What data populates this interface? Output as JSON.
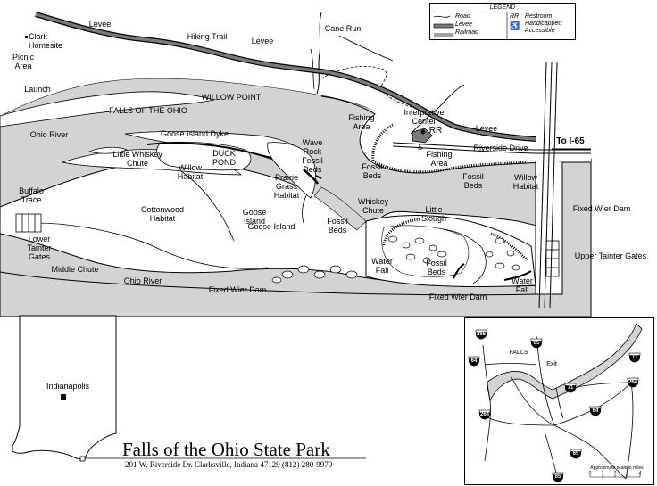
{
  "map": {
    "title": "Falls of the Ohio State Park",
    "address": "201 W. Riverside Dr.  Clarksville, Indiana  47129  (812) 280-9970",
    "labels": {
      "levee_top_left": "Levee",
      "clark_homesite": "Clark\nHomesite",
      "hiking_trail": "Hiking Trail",
      "levee_top_mid": "Levee",
      "cane_run": "Cane Run",
      "picnic_area": "Picnic\nArea",
      "launch": "Launch",
      "willow_point": "WILLOW POINT",
      "falls_of_the_ohio": "FALLS OF THE OHIO",
      "ohio_river_left": "Ohio River",
      "goose_island_dyke": "Goose Island Dyke",
      "little_whiskey_chute": "Little Whiskey\nChute",
      "duck_pond": "DUCK\nPOND",
      "willow_habitat_left": "Willow\nHabitat",
      "wave_rock_fossil_beds": "Wave\nRock\nFossil\nBeds",
      "prairie_grass_habitat": "Prairie\nGrass\nHabitat",
      "fishing_area_top": "Fishing\nArea",
      "interpretive_center": "Interpretive\nCenter",
      "rr": "RR",
      "levee_right": "Levee",
      "riverside_drive": "Riverside Drive",
      "to_i65": "To I-65",
      "fishing_area_mid": "Fishing\nArea",
      "fossil_beds_mid": "Fossil\nBeds",
      "fossil_beds_right": "Fossil\nBeds",
      "willow_habitat_right": "Willow\nHabitat",
      "buffalo_trace": "Buffalo\nTrace",
      "cottonwood_habitat": "Cottonwood\nHabitat",
      "goose_island": "Goose\nIsland",
      "goose_island_2": "Goose Island",
      "fossil_beds_center": "Fossil\nBeds",
      "whiskey_chute": "Whiskey\nChute",
      "little_slough": "Little\nSlough",
      "fixed_wier_dam_right": "Fixed Wier Dam",
      "lower_tainter_gates": "Lower\nTainter\nGates",
      "middle_chute": "Middle Chute",
      "ohio_river_bottom": "Ohio River",
      "water_fall_left": "Water\nFall",
      "fossil_beds_bottom": "Fossil\nBeds",
      "water_fall_right": "Water\nFall",
      "upper_tainter_gates": "Upper Tainter Gates",
      "fixed_wier_dam_bottom_left": "Fixed Wier Dam",
      "fixed_wier_dam_bottom_right": "Fixed Wier Dam",
      "indianapolis": "Indianapolis"
    }
  },
  "legend": {
    "title": "LEGEND",
    "road": "Road",
    "levee": "Levee",
    "railroad": "Railroad",
    "rr_abbrev": "RR",
    "restroom": "Restroom",
    "handicapped": "Handicapped\nAccessible"
  },
  "inset": {
    "falls": "FALLS",
    "exit": "Exit",
    "scale_label": "Approximate scale in miles",
    "scale_ticks": [
      "0",
      "1",
      "2",
      "3",
      "4"
    ],
    "shields": [
      "265",
      "65",
      "64",
      "71",
      "71",
      "264",
      "64",
      "264",
      "65",
      "65"
    ]
  },
  "colors": {
    "water": "#d3d3d3",
    "land": "#ffffff",
    "ink": "#000000",
    "levee": "#7a7a7a"
  }
}
